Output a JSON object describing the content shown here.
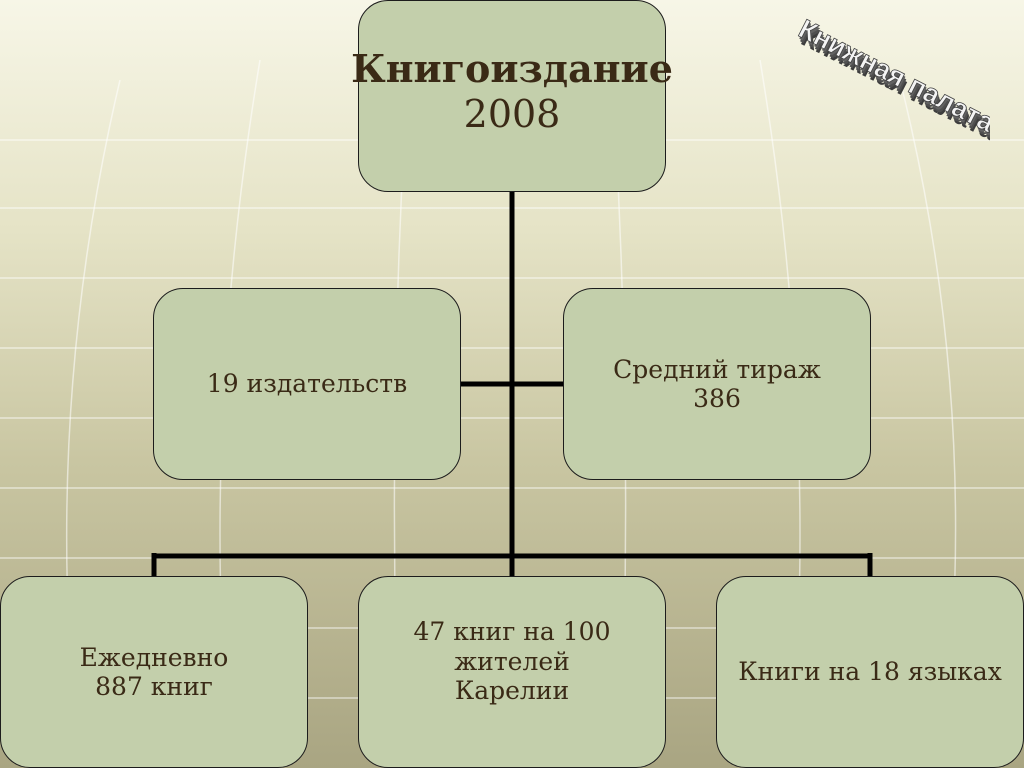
{
  "diagram": {
    "top": {
      "title": "Книгоиздание",
      "year": "2008"
    },
    "publishers": {
      "text": "19 издательств"
    },
    "circulation": {
      "label": "Средний тираж",
      "value": "386"
    },
    "daily": {
      "line1": "Ежедневно",
      "line2": "887 книг"
    },
    "per_capita": {
      "line1": "47 книг на 100",
      "line2": "жителей",
      "line3": "Карелии"
    },
    "languages": {
      "text": "Книги на 18 языках"
    }
  },
  "logo": {
    "text": "Книжная палата"
  },
  "colors": {
    "box_fill": "#c3cfab",
    "text": "#3a2a16",
    "connector": "#000000"
  }
}
